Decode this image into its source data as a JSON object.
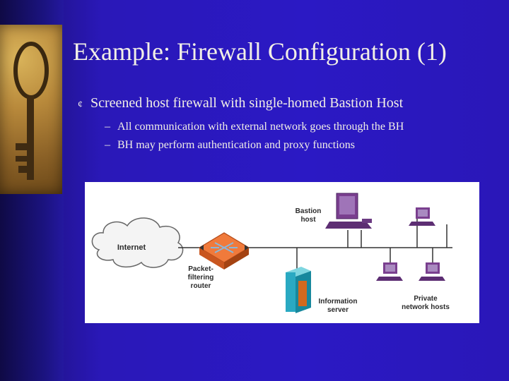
{
  "slide": {
    "title": "Example: Firewall Configuration (1)",
    "bullet": {
      "mark": "¢",
      "text": "Screened host firewall with single-homed Bastion Host"
    },
    "sub_bullets": [
      {
        "dash": "–",
        "text": "All communication with external network goes through the BH"
      },
      {
        "dash": "–",
        "text": "BH may perform authentication and proxy functions"
      }
    ]
  },
  "diagram": {
    "labels": {
      "internet": "Internet",
      "bastion_1": "Bastion",
      "bastion_2": "host",
      "router_1": "Packet-",
      "router_2": "filtering",
      "router_3": "router",
      "info_1": "Information",
      "info_2": "server",
      "private_1": "Private",
      "private_2": "network hosts"
    }
  }
}
